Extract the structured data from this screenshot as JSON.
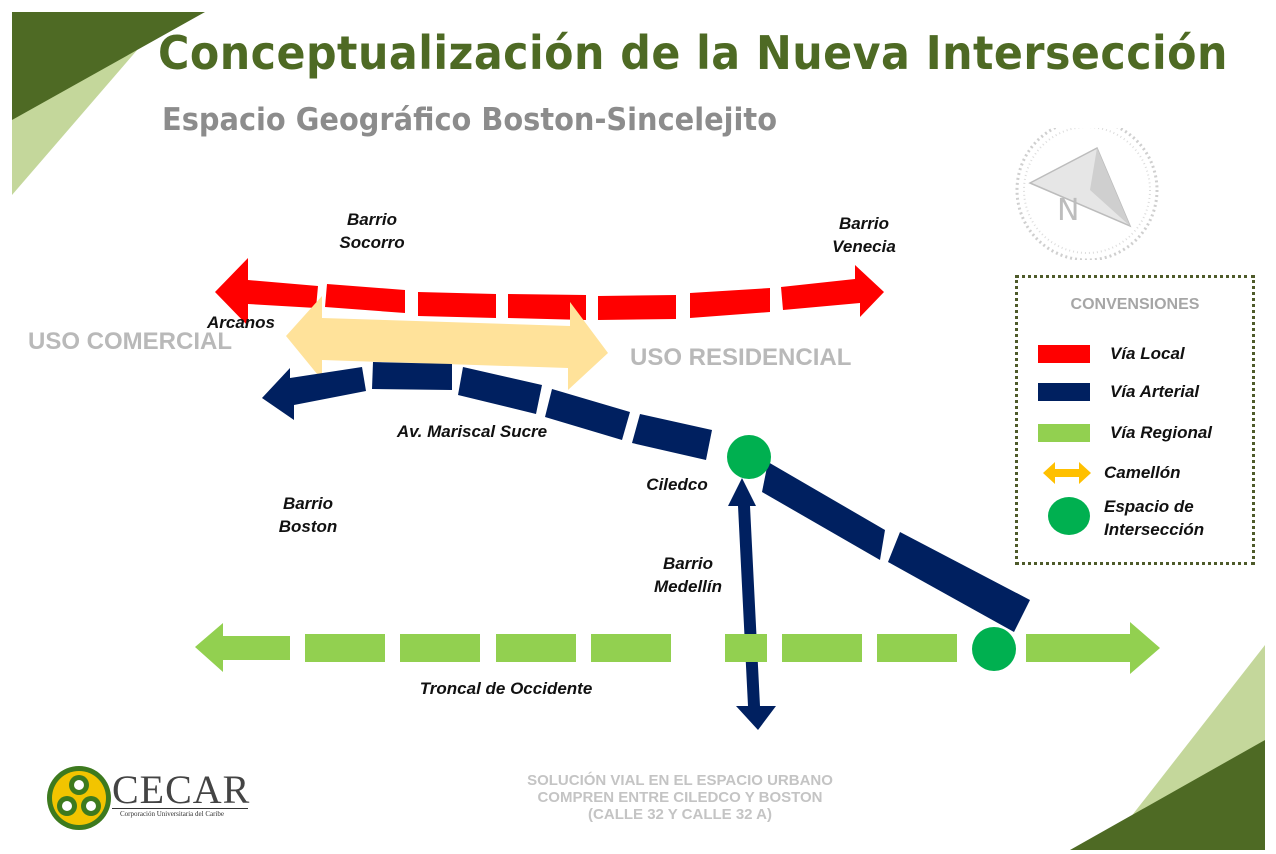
{
  "title": "Conceptualización de la Nueva Intersección",
  "subtitle": "Espacio Geográfico Boston-Sincelejito",
  "places": {
    "barrio_socorro": "Barrio\nSocorro",
    "barrio_venecia": "Barrio\nVenecia",
    "arcanos": "Arcanos",
    "av_mariscal_sucre": "Av. Mariscal Sucre",
    "ciledco": "Ciledco",
    "barrio_boston": "Barrio\nBoston",
    "barrio_medellin": "Barrio\nMedellín",
    "troncal_de_occidente": "Troncal de Occidente"
  },
  "zones": {
    "uso_comercial": "USO COMERCIAL",
    "uso_residencial": "USO RESIDENCIAL"
  },
  "legend": {
    "title": "CONVENSIONES",
    "items": [
      {
        "label": "Vía Local",
        "icon": "red-bar",
        "color": "#ff0000"
      },
      {
        "label": "Vía Arterial",
        "icon": "navy-bar",
        "color": "#002060"
      },
      {
        "label": "Vía Regional",
        "icon": "green-bar",
        "color": "#92d050"
      },
      {
        "label": "Camellón",
        "icon": "double-arrow",
        "color": "#ffc000"
      },
      {
        "label": "Espacio de\nIntersección",
        "icon": "green-circle",
        "color": "#00b050"
      }
    ]
  },
  "footer": {
    "lines": [
      "SOLUCIÓN VIAL EN EL ESPACIO URBANO",
      "COMPREN ENTRE CILEDCO Y BOSTON",
      "(CALLE 32 Y CALLE 32 A)"
    ]
  },
  "logo": {
    "name": "CECAR",
    "subtitle": "Corporación Universitaria del Caribe"
  },
  "compass": {
    "letter": "N",
    "icon": "compass-icon"
  },
  "colors": {
    "title": "#4e6a24",
    "local": "#ff0000",
    "arterial": "#002060",
    "regional": "#92d050",
    "camellon": "#ffe29a",
    "intersection": "#00b050",
    "corner_dark": "#4e6a24",
    "corner_light": "#c4d79b"
  }
}
